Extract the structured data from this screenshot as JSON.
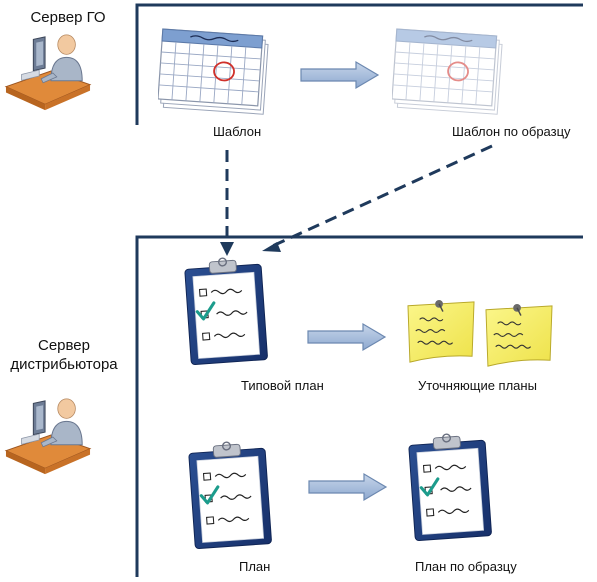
{
  "servers": {
    "head_office": {
      "label": "Сервер ГО"
    },
    "distributor": {
      "line1": "Сервер",
      "line2": "дистрибьютора"
    }
  },
  "labels": {
    "template": "Шаблон",
    "template_by_sample": "Шаблон по образцу",
    "standard_plan": "Типовой план",
    "refining_plans": "Уточняющие планы",
    "plan": "План",
    "plan_by_sample": "План по образцу"
  },
  "colors": {
    "frame_line": "#1f3a5c",
    "arrow_fill": "#a8bedc",
    "arrow_stroke": "#6c88b0",
    "dashed_arrow": "#1f3a5c",
    "calendar_header": "#7d9fd0",
    "clipboard_board": "#1f3e7a",
    "sticky_note": "#f7f06a",
    "checkmark": "#1c9c8c"
  },
  "icons": {
    "server_person": "computer-user-icon",
    "calendar": "calendar-icon",
    "clipboard": "clipboard-checklist-icon",
    "sticky_notes": "sticky-note-icon"
  }
}
